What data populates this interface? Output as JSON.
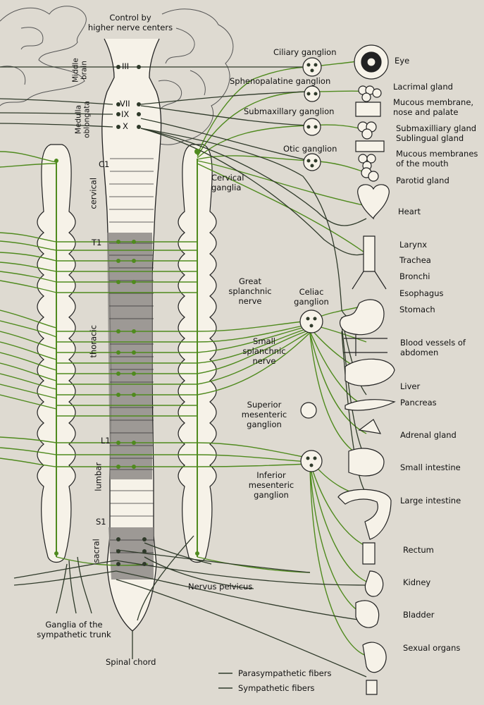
{
  "title": "Control by\nhigher nerve centers",
  "brain_regions": {
    "midbrain": "Middle\nbrain",
    "medulla": "Medulla\noblongata"
  },
  "cranial_nerves": [
    "III",
    "VII",
    "IX",
    "X"
  ],
  "spinal_segments": {
    "c1": "C1",
    "cervical": "cervical",
    "t1": "T1",
    "thoracic": "thoracic",
    "l1": "L1",
    "lumbar": "lumbar",
    "s1": "S1",
    "sacral": "sacral"
  },
  "ganglia": {
    "ciliary": "Ciliary ganglion",
    "sphenopalatine": "Sphenopalatine ganglion",
    "submaxillary": "Submaxillary ganglion",
    "otic": "Otic ganglion",
    "cervical": "Cervical\nganglia",
    "celiac": "Celiac\nganglion",
    "superior_mesenteric": "Superior\nmesenteric\nganglion",
    "inferior_mesenteric": "Inferior\nmesenteric\nganglion"
  },
  "nerves": {
    "great_splanchnic": "Great\nsplanchnic\nnerve",
    "small_splanchnic": "Small\nsplanchnic\nnerve",
    "nervus_pelvicus": "Nervus pelvicus"
  },
  "organs": {
    "eye": "Eye",
    "lacrimal": "Lacrimal gland",
    "mucous_nose": "Mucous membrane,\nnose and palate",
    "submaxillary_gland": "Submaxilliary gland",
    "sublingual": "Sublingual gland",
    "mucous_mouth": "Mucous membranes\nof the mouth",
    "parotid": "Parotid gland",
    "heart": "Heart",
    "larynx": "Larynx",
    "trachea": "Trachea",
    "bronchi": "Bronchi",
    "esophagus": "Esophagus",
    "stomach": "Stomach",
    "blood_vessels": "Blood vessels of\nabdomen",
    "liver": "Liver",
    "pancreas": "Pancreas",
    "adrenal": "Adrenal gland",
    "small_intestine": "Small intestine",
    "large_intestine": "Large intestine",
    "rectum": "Rectum",
    "kidney": "Kidney",
    "bladder": "Bladder",
    "sexual": "Sexual organs"
  },
  "footer": {
    "ganglia_trunk": "Ganglia of the\nsympathetic trunk",
    "spinal_cord": "Spinal chord"
  },
  "legend": {
    "parasympathetic": "Parasympathetic fibers",
    "sympathetic": "Sympathetic fibers"
  },
  "colors": {
    "parasympathetic": "#2f3a2a",
    "sympathetic": "#4f8a1e",
    "paper": "#dedad1",
    "cord_shade": "#8d8a86"
  }
}
